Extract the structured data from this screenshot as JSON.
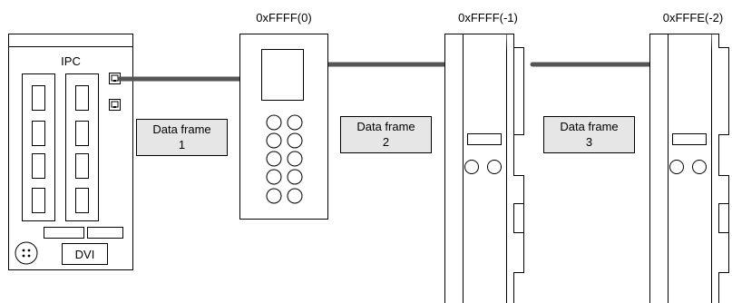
{
  "ipc": {
    "label": "IPC",
    "port_label": "DVI"
  },
  "devices": [
    {
      "address": "0xFFFF(0)"
    },
    {
      "address": "0xFFFF(-1)"
    },
    {
      "address": "0xFFFE(-2)"
    }
  ],
  "frames": [
    {
      "line1": "Data frame",
      "line2": "1"
    },
    {
      "line1": "Data frame",
      "line2": "2"
    },
    {
      "line1": "Data frame",
      "line2": "3"
    }
  ],
  "colors": {
    "frame_fill": "#e6e6e6",
    "cable": "#555555",
    "outline": "#000000"
  },
  "icons": [
    "ethernet-port-icon",
    "round-connector-icon"
  ]
}
